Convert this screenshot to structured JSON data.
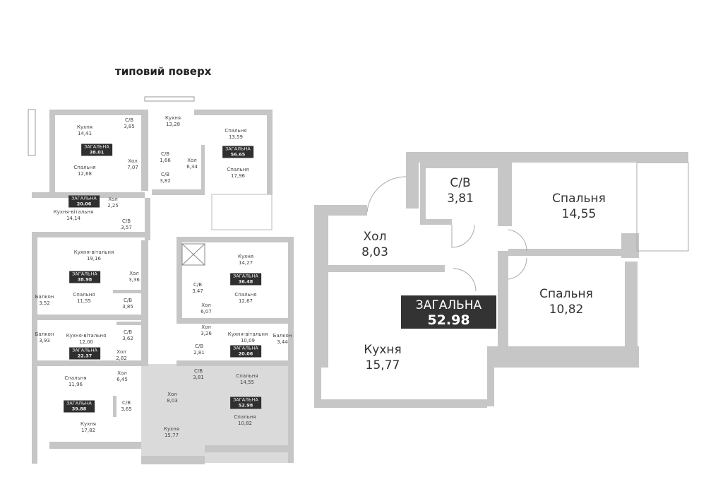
{
  "title": "типовий поверх",
  "total_label": "ЗАГАЛЬНА",
  "floor_plan": {
    "rooms": [
      {
        "name": "Кухня",
        "area": "14,41"
      },
      {
        "name": "С/В",
        "area": "3,85"
      },
      {
        "name": "Спальня",
        "area": "12,68"
      },
      {
        "name": "Хол",
        "area": "7,07"
      },
      {
        "name": "Кухня",
        "area": "13,28"
      },
      {
        "name": "С/В",
        "area": "1,66"
      },
      {
        "name": "Хол",
        "area": "6,34"
      },
      {
        "name": "С/В",
        "area": "3,82"
      },
      {
        "name": "Спальня",
        "area": "13,59"
      },
      {
        "name": "Спальня",
        "area": "17,96"
      },
      {
        "name": "Хол",
        "area": "2,25"
      },
      {
        "name": "Кухня-вітальня",
        "area": "14,14"
      },
      {
        "name": "С/В",
        "area": "3,57"
      },
      {
        "name": "Кухня-вітальня",
        "area": "19,16"
      },
      {
        "name": "Хол",
        "area": "3,36"
      },
      {
        "name": "Балкон",
        "area": "3,52"
      },
      {
        "name": "Спальня",
        "area": "11,55"
      },
      {
        "name": "С/В",
        "area": "3,85"
      },
      {
        "name": "Кухня",
        "area": "14,27"
      },
      {
        "name": "С/В",
        "area": "3,47"
      },
      {
        "name": "Хол",
        "area": "6,07"
      },
      {
        "name": "Спальня",
        "area": "12,67"
      },
      {
        "name": "Балкон",
        "area": "3,93"
      },
      {
        "name": "Кухня-вітальня",
        "area": "12,00"
      },
      {
        "name": "С/В",
        "area": "3,62"
      },
      {
        "name": "Хол",
        "area": "2,82"
      },
      {
        "name": "Хол",
        "area": "3,26"
      },
      {
        "name": "Кухня-вітальня",
        "area": "10,09"
      },
      {
        "name": "Балкон",
        "area": "3,44"
      },
      {
        "name": "С/В",
        "area": "2,81"
      },
      {
        "name": "Спальня",
        "area": "11,96"
      },
      {
        "name": "Хол",
        "area": "6,45"
      },
      {
        "name": "С/В",
        "area": "3,81"
      },
      {
        "name": "Спальня",
        "area": "14,55"
      },
      {
        "name": "Хол",
        "area": "8,03"
      },
      {
        "name": "С/В",
        "area": "3,65"
      },
      {
        "name": "Спальня",
        "area": "10,82"
      },
      {
        "name": "Кухня",
        "area": "17,82"
      },
      {
        "name": "Кухня",
        "area": "15,77"
      }
    ],
    "totals": [
      "38.01",
      "56.65",
      "20.06",
      "38.98",
      "36.48",
      "22.37",
      "20.06",
      "52.98",
      "39.88"
    ]
  },
  "apartment": {
    "rooms": [
      {
        "name": "С/В",
        "area": "3,81"
      },
      {
        "name": "Спальня",
        "area": "14,55"
      },
      {
        "name": "Хол",
        "area": "8,03"
      },
      {
        "name": "Спальня",
        "area": "10,82"
      },
      {
        "name": "Кухня",
        "area": "15,77"
      }
    ],
    "total": "52.98"
  },
  "colors": {
    "wall": "#c6c6c6",
    "highlight": "#d9d9d9",
    "label_bg": "#2f2f2f"
  }
}
